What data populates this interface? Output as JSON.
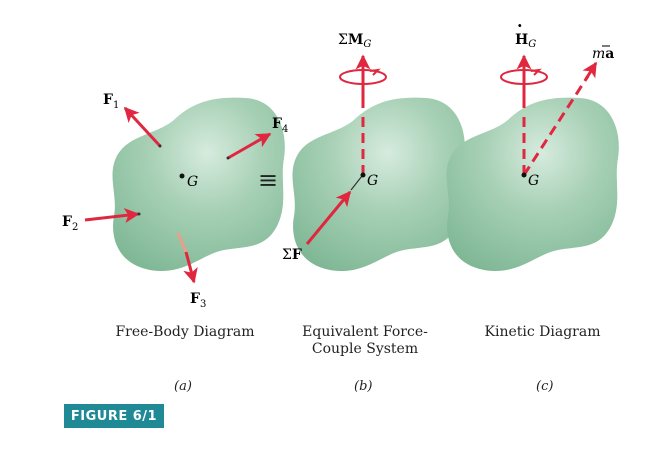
{
  "diagrams": [
    {
      "caption": "Free-Body Diagram",
      "sub": "(a)",
      "center_label": "G",
      "forces": [
        {
          "name": "F",
          "sub": "1"
        },
        {
          "name": "F",
          "sub": "2"
        },
        {
          "name": "F",
          "sub": "3"
        },
        {
          "name": "F",
          "sub": "4"
        }
      ]
    },
    {
      "caption_line1": "Equivalent Force-",
      "caption_line2": "Couple System",
      "sub": "(b)",
      "center_label": "G",
      "force_label_sigma": "Σ",
      "force_label": "F",
      "moment_label_sigma": "Σ",
      "moment_label": "M",
      "moment_sub": "G"
    },
    {
      "caption": "Kinetic Diagram",
      "sub": "(c)",
      "center_label": "G",
      "h_label": "H",
      "h_dot": "·",
      "h_sub": "G",
      "ma_m": "m",
      "ma_a": "a"
    }
  ],
  "equiv_symbol": "≡",
  "figure_label": "FIGURE 6/1",
  "colors": {
    "body": "#8fc3a2",
    "body_light": "#cfe6d8",
    "arrow": "#e0273f",
    "accent": "#1f8a96"
  }
}
